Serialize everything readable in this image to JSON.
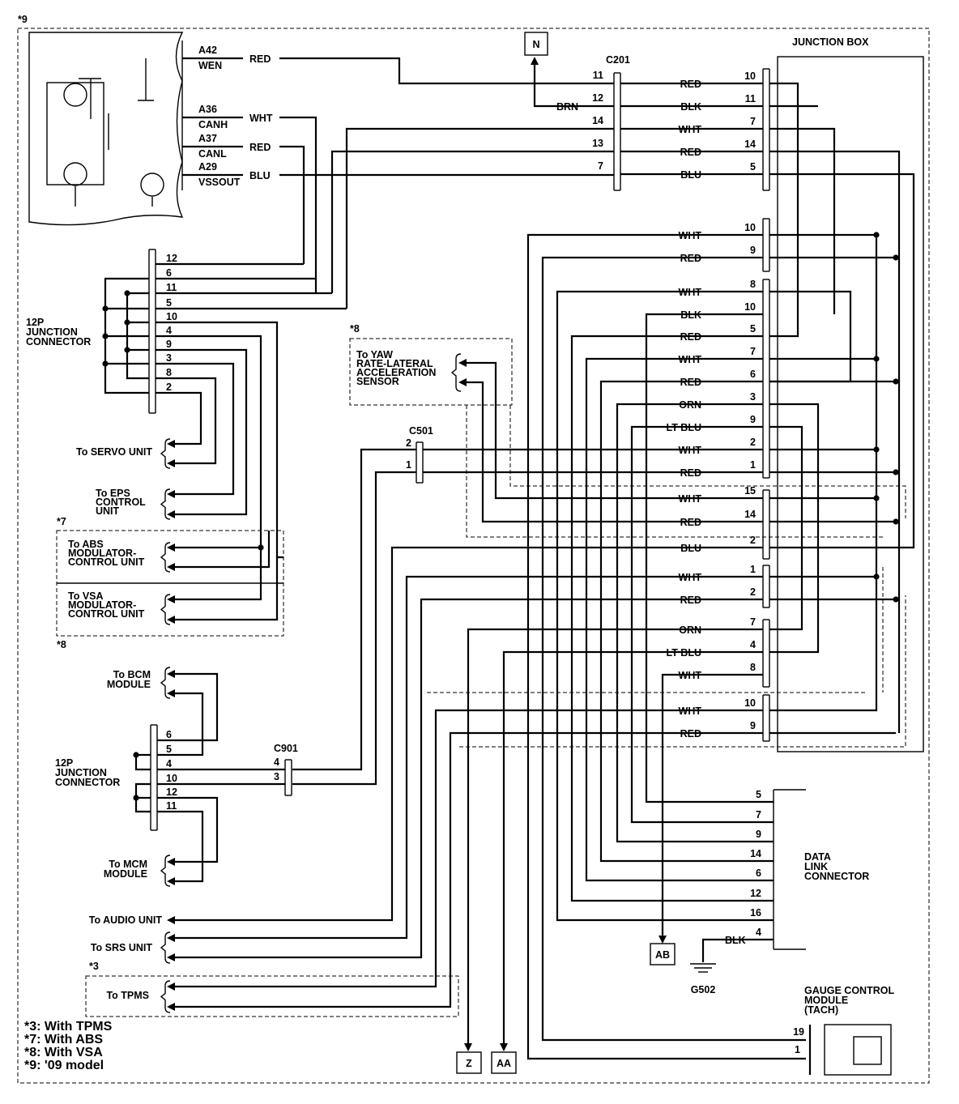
{
  "notes": {
    "star9": "*9",
    "star8": "*8",
    "star7": "*7",
    "star3": "*3",
    "legend": [
      "*3: With TPMS",
      "*7: With ABS",
      "*8: With VSA",
      "*9: '09 model"
    ]
  },
  "ecm": {
    "pins": [
      {
        "pin": "A42",
        "name": "WEN",
        "color": "RED"
      },
      {
        "pin": "A36",
        "name": "CANH",
        "color": "WHT"
      },
      {
        "pin": "A37",
        "name": "CANL",
        "color": "RED"
      },
      {
        "pin": "A29",
        "name": "VSSOUT",
        "color": "BLU"
      }
    ]
  },
  "terminals": {
    "N": "N",
    "Z": "Z",
    "AA": "AA",
    "AB": "AB",
    "G502": "G502"
  },
  "c201": {
    "label": "C201",
    "pins": [
      "11",
      "12",
      "14",
      "13",
      "7"
    ],
    "brn": "BRN"
  },
  "junction_box": {
    "label": "JUNCTION BOX",
    "wires": [
      {
        "color": "RED",
        "pin": "10"
      },
      {
        "color": "BLK",
        "pin": "11"
      },
      {
        "color": "WHT",
        "pin": "7"
      },
      {
        "color": "RED",
        "pin": "14"
      },
      {
        "color": "BLU",
        "pin": "5"
      },
      {
        "color": "WHT",
        "pin": "10"
      },
      {
        "color": "RED",
        "pin": "9"
      },
      {
        "color": "WHT",
        "pin": "8"
      },
      {
        "color": "BLK",
        "pin": "10"
      },
      {
        "color": "RED",
        "pin": "5"
      },
      {
        "color": "WHT",
        "pin": "7"
      },
      {
        "color": "RED",
        "pin": "6"
      },
      {
        "color": "ORN",
        "pin": "3"
      },
      {
        "color": "LT BLU",
        "pin": "9"
      },
      {
        "color": "WHT",
        "pin": "2"
      },
      {
        "color": "RED",
        "pin": "1"
      },
      {
        "color": "WHT",
        "pin": "15"
      },
      {
        "color": "RED",
        "pin": "14"
      },
      {
        "color": "BLU",
        "pin": "2"
      },
      {
        "color": "WHT",
        "pin": "1"
      },
      {
        "color": "RED",
        "pin": "2"
      },
      {
        "color": "ORN",
        "pin": "7"
      },
      {
        "color": "LT BLU",
        "pin": "4"
      },
      {
        "color": "WHT",
        "pin": "8"
      },
      {
        "color": "WHT",
        "pin": "10"
      },
      {
        "color": "RED",
        "pin": "9"
      }
    ]
  },
  "jc_top": {
    "label": [
      "12P",
      "JUNCTION",
      "CONNECTOR"
    ],
    "pins": [
      "12",
      "6",
      "11",
      "5",
      "10",
      "4",
      "9",
      "3",
      "8",
      "2"
    ]
  },
  "jc_bottom": {
    "label": [
      "12P",
      "JUNCTION",
      "CONNECTOR"
    ],
    "pins": [
      "6",
      "5",
      "4",
      "10",
      "12",
      "11"
    ]
  },
  "yaw": {
    "label": [
      "To YAW",
      "RATE-LATERAL",
      "ACCELERATION",
      "SENSOR"
    ]
  },
  "c501": {
    "label": "C501",
    "pins": [
      "2",
      "1"
    ]
  },
  "c901": {
    "label": "C901",
    "pins": [
      "4",
      "3"
    ]
  },
  "destinations": {
    "servo": "To SERVO UNIT",
    "eps": [
      "To EPS",
      "CONTROL",
      "UNIT"
    ],
    "abs": [
      "To ABS",
      "MODULATOR-",
      "CONTROL UNIT"
    ],
    "vsa": [
      "To VSA",
      "MODULATOR-",
      "CONTROL UNIT"
    ],
    "bcm": [
      "To BCM",
      "MODULE"
    ],
    "mcm": [
      "To MCM",
      "MODULE"
    ],
    "audio": "To AUDIO UNIT",
    "srs": "To SRS UNIT",
    "tpms": "To TPMS"
  },
  "dlc": {
    "label": [
      "DATA",
      "LINK",
      "CONNECTOR"
    ],
    "pins": [
      "5",
      "7",
      "9",
      "14",
      "6",
      "12",
      "16",
      "4"
    ],
    "blk": "BLK"
  },
  "gauge": {
    "label": [
      "GAUGE CONTROL",
      "MODULE",
      "(TACH)"
    ],
    "pins": [
      "19",
      "1"
    ]
  }
}
